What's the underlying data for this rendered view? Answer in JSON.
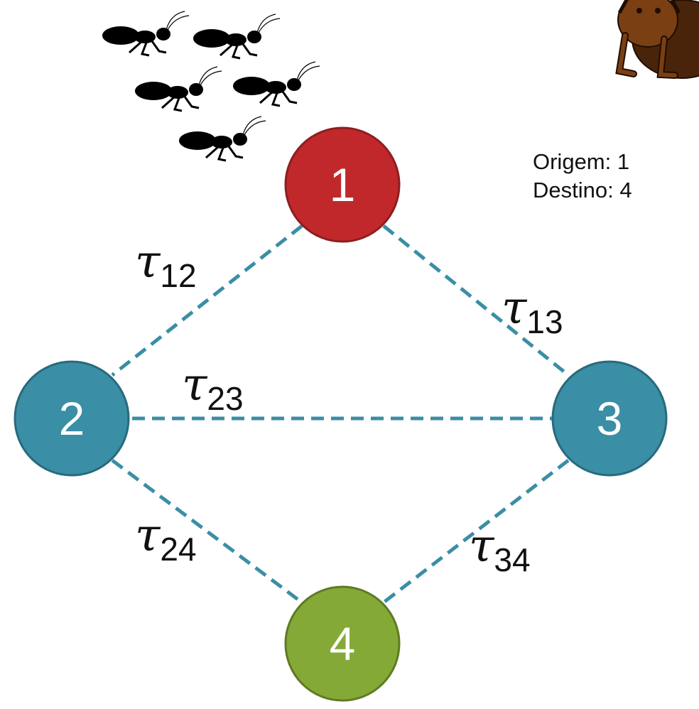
{
  "info": {
    "origin_text": "Origem: 1",
    "destination_text": "Destino: 4"
  },
  "colors": {
    "node_start": "#c0282c",
    "node_mid": "#3a8ea5",
    "node_end": "#85a936",
    "edge": "#3a8ea5",
    "ant": "#000000",
    "big_ant": "#7a3f12"
  },
  "nodes": [
    {
      "id": "1",
      "label": "1",
      "role": "origin"
    },
    {
      "id": "2",
      "label": "2",
      "role": "intermediate"
    },
    {
      "id": "3",
      "label": "3",
      "role": "intermediate"
    },
    {
      "id": "4",
      "label": "4",
      "role": "destination"
    }
  ],
  "edges": [
    {
      "from": "1",
      "to": "2",
      "symbol": "τ",
      "subscript": "12"
    },
    {
      "from": "1",
      "to": "3",
      "symbol": "τ",
      "subscript": "13"
    },
    {
      "from": "2",
      "to": "3",
      "symbol": "τ",
      "subscript": "23"
    },
    {
      "from": "2",
      "to": "4",
      "symbol": "τ",
      "subscript": "24"
    },
    {
      "from": "3",
      "to": "4",
      "symbol": "τ",
      "subscript": "34"
    }
  ],
  "icons": [
    "ant-icon",
    "ant-icon",
    "ant-icon",
    "ant-icon",
    "ant-icon",
    "big-ant-icon"
  ]
}
